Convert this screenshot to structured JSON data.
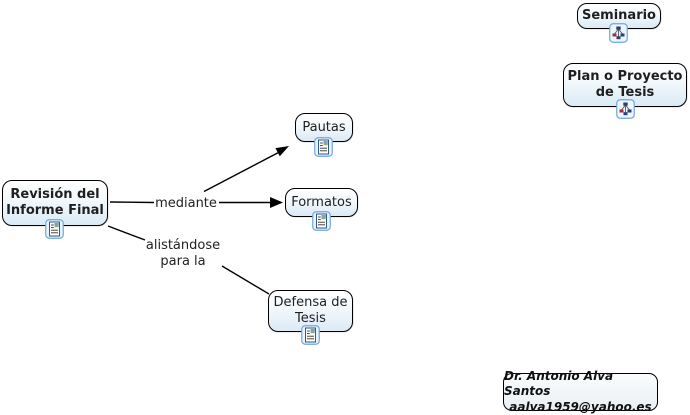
{
  "colors": {
    "background": "#ffffff",
    "node_border": "#000000",
    "node_fill_top": "#ffffff",
    "node_fill_bottom": "#dbeaf5",
    "connection_line": "#000000",
    "label_text": "#1f1f1f",
    "icon_border": "#6fa8dc"
  },
  "nodes": {
    "revision": {
      "label": "Revisión del\nInforme Final"
    },
    "pautas": {
      "label": "Pautas"
    },
    "formatos": {
      "label": "Formatos"
    },
    "defensa": {
      "label": "Defensa de\nTesis"
    },
    "seminario": {
      "label": "Seminario"
    },
    "plan": {
      "label": "Plan o Proyecto\nde Tesis"
    }
  },
  "linking_phrases": {
    "mediante": {
      "label": "mediante"
    },
    "alistandose": {
      "label": "alistándose\npara la"
    }
  },
  "author": {
    "name": "Dr. Antonio Alva Santos",
    "email": "aalva1959@yahoo.es"
  },
  "icons": {
    "resource": "document-resource-icon",
    "cmap": "concept-map-icon"
  }
}
